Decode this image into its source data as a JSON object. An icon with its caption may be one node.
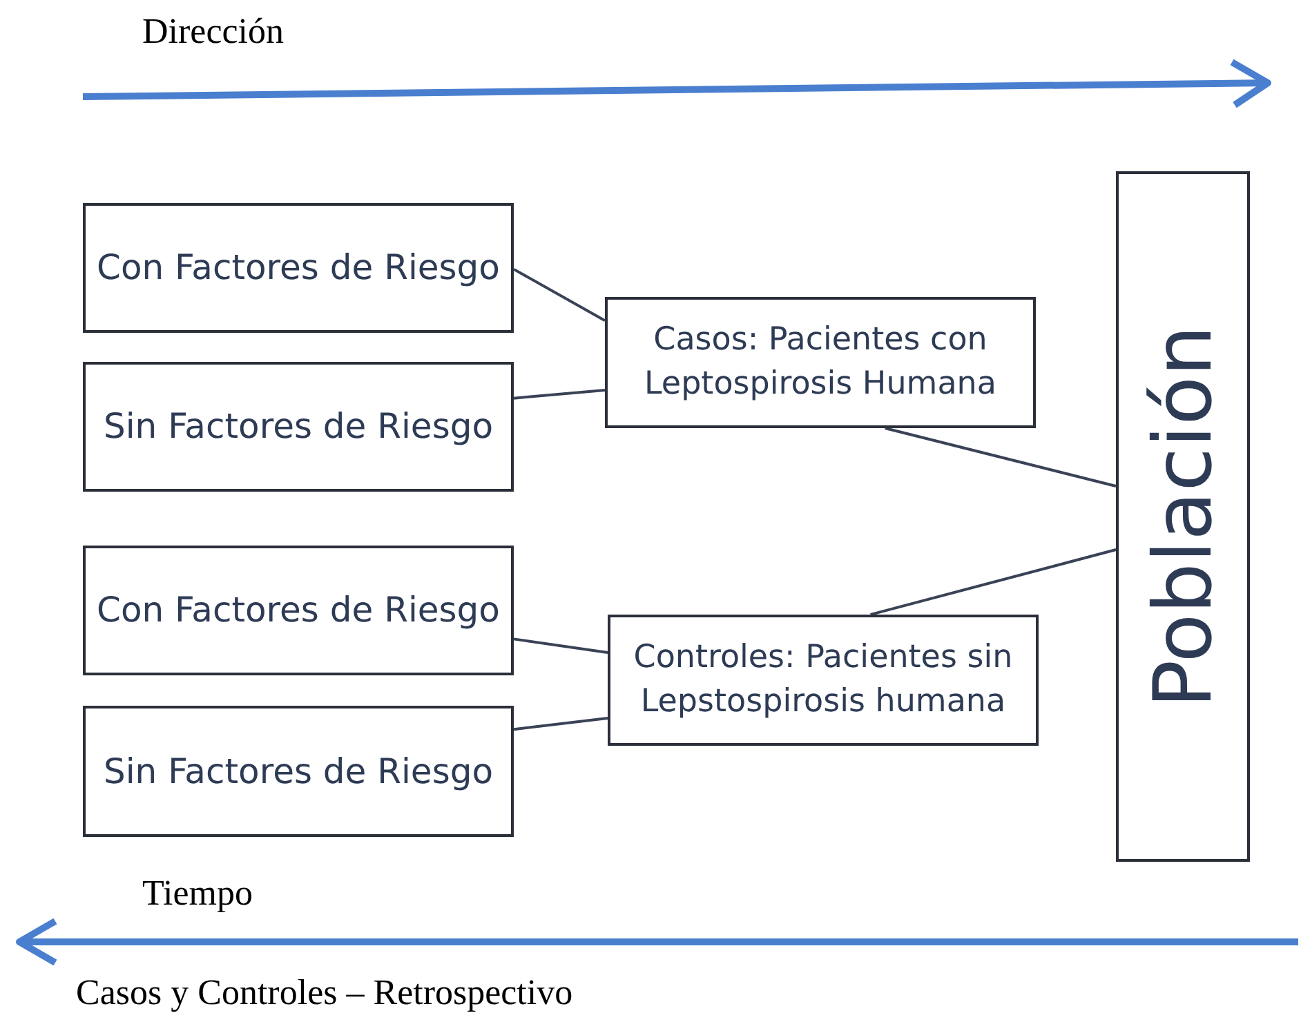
{
  "diagram": {
    "title": "Casos y Controles – Retrospectivo",
    "nodes": [
      {
        "text": [
          "Con Factores de Riesgo"
        ]
      },
      {
        "text": [
          "Sin Factores de Riesgo"
        ]
      },
      {
        "text": [
          "Casos: Pacientes con Leptospirosis Humana"
        ]
      },
      {
        "text": [
          "Con Factores de Riesgo"
        ]
      },
      {
        "text": [
          "Sin Factores de Riesgo"
        ]
      },
      {
        "text": [
          "Controles: Pacientes sin Lepstospirosis humana"
        ]
      },
      {
        "text": [
          "Población"
        ]
      }
    ],
    "edges": [
      {
        "from": 0,
        "to": 2,
        "arrow": "none"
      },
      {
        "from": 1,
        "to": 2,
        "arrow": "none"
      },
      {
        "from": 2,
        "to": 6,
        "arrow": "none"
      },
      {
        "from": 3,
        "to": 5,
        "arrow": "none"
      },
      {
        "from": 4,
        "to": 5,
        "arrow": "none"
      },
      {
        "from": 5,
        "to": 6,
        "arrow": "none"
      }
    ],
    "labels": [
      "Dirección",
      "Tiempo"
    ]
  }
}
